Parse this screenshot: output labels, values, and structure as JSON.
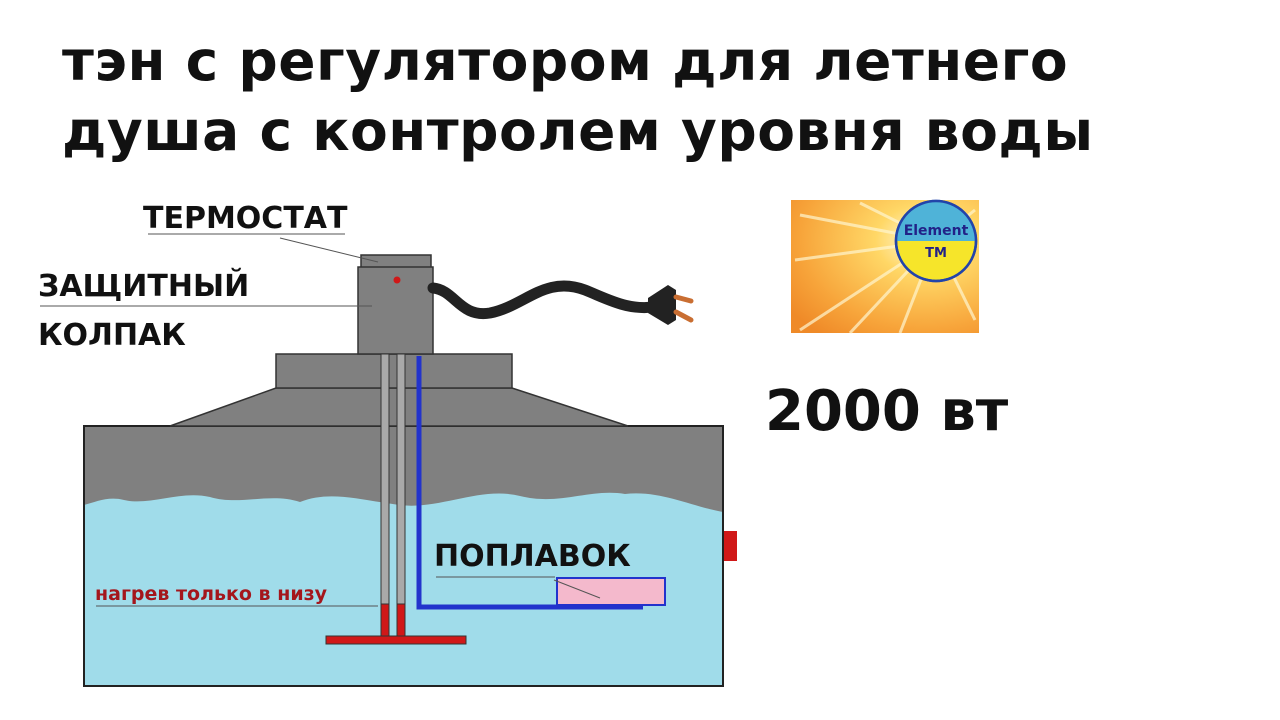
{
  "title": {
    "line1": "тэн с регулятором для летнего",
    "line2": "душа с контролем уровня воды"
  },
  "labels": {
    "thermostat": "ТЕРМОСТАТ",
    "cap_line1": "ЗАЩИТНЫЙ",
    "cap_line2": "КОЛПАК",
    "float": "ПОПЛАВОК",
    "heating": "нагрев только в низу"
  },
  "power": "2000 вт",
  "logo": {
    "line1": "Element",
    "line2": "TM"
  },
  "colors": {
    "water": "#a0dcea",
    "tank_top": "#808080",
    "heater": "#d01818",
    "float": "#f4b9cc",
    "float_wire": "#2233cc"
  }
}
